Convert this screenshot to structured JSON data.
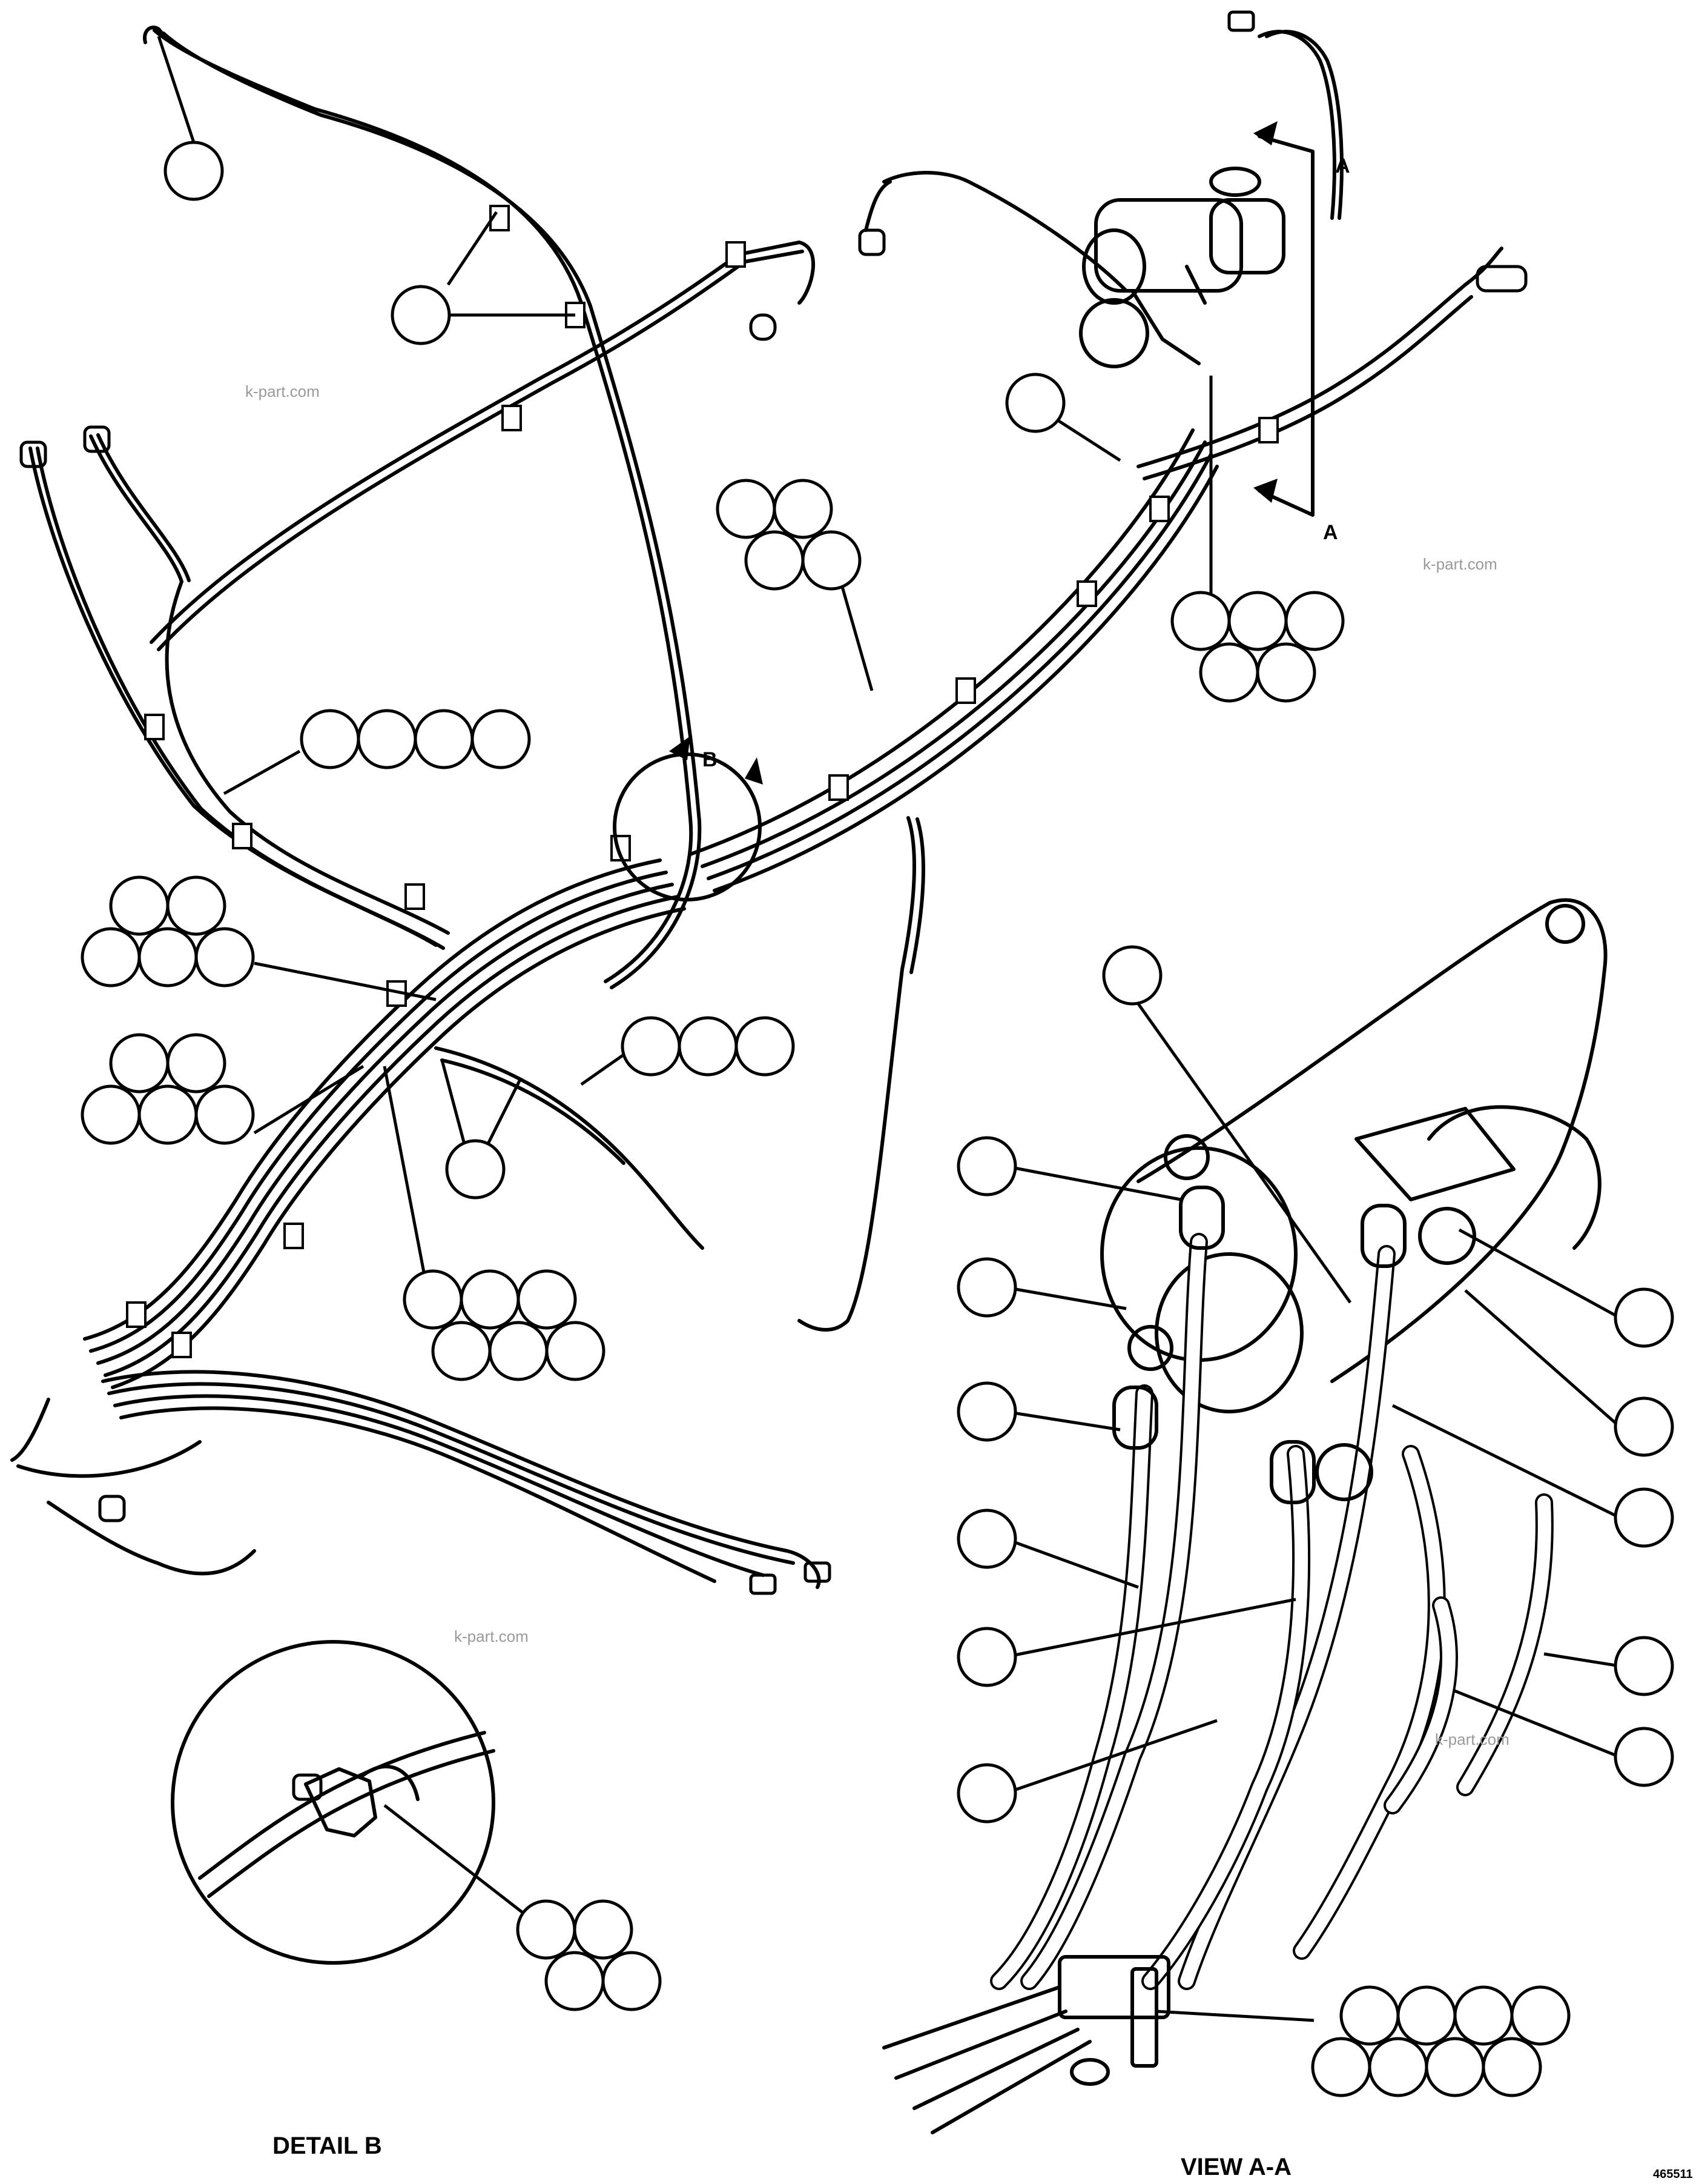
{
  "labels": {
    "detail_b": "DETAIL B",
    "view_aa": "VIEW A-A",
    "section_a_top": "A",
    "section_a_bottom": "A",
    "detail_marker": "B",
    "drawing_number": "465511"
  },
  "watermarks": [
    "k-part.com",
    "k-part.com",
    "k-part.com",
    "k-part.com"
  ],
  "colors": {
    "ink": "#000000",
    "paper": "#ffffff",
    "watermark": "#9a9a9a"
  }
}
